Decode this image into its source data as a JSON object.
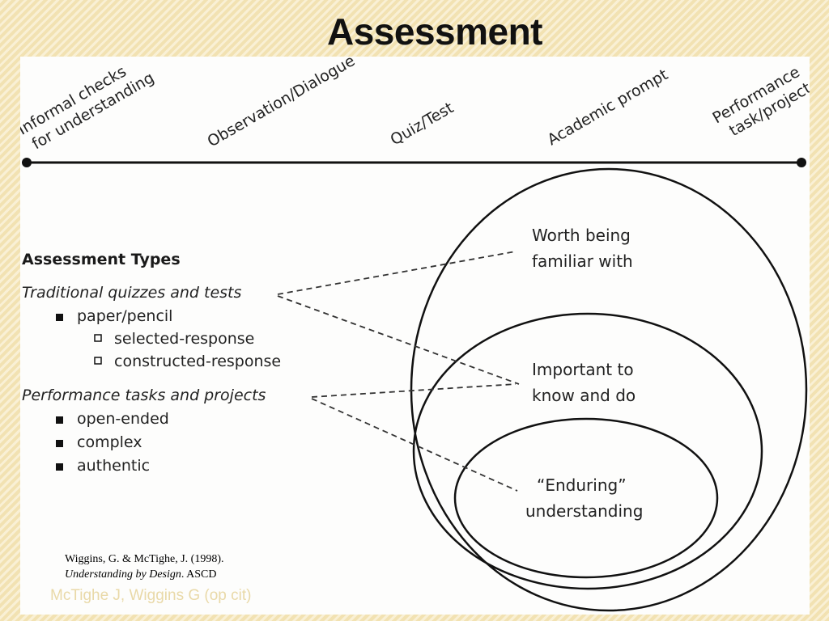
{
  "slide": {
    "title": "Assessment"
  },
  "continuum": {
    "labels": [
      "Informal checks",
      "for understanding",
      "Observation/Dialogue",
      "Quiz/Test",
      "Academic prompt",
      "Performance",
      "task/project"
    ]
  },
  "assessment_types": {
    "title": "Assessment Types",
    "traditional": {
      "label": "Traditional quizzes and tests",
      "item": "paper/pencil",
      "subitems": [
        "selected-response",
        "constructed-response"
      ]
    },
    "performance": {
      "label": "Performance tasks and projects",
      "items": [
        "open-ended",
        "complex",
        "authentic"
      ]
    }
  },
  "circles": {
    "outer": [
      "Worth being",
      "familiar with"
    ],
    "middle": [
      "Important to",
      "know and do"
    ],
    "inner": [
      "“Enduring”",
      "understanding"
    ]
  },
  "citation": {
    "line1": "Wiggins, G. & McTighe, J. (1998).",
    "book": "Understanding by Design",
    "publisher": ". ASCD"
  },
  "footer": {
    "note": "McTighe J, Wiggins G (op cit)"
  },
  "colors": {
    "background": "#f6e8bf",
    "panel": "#fdfdfc",
    "ink": "#222222"
  }
}
